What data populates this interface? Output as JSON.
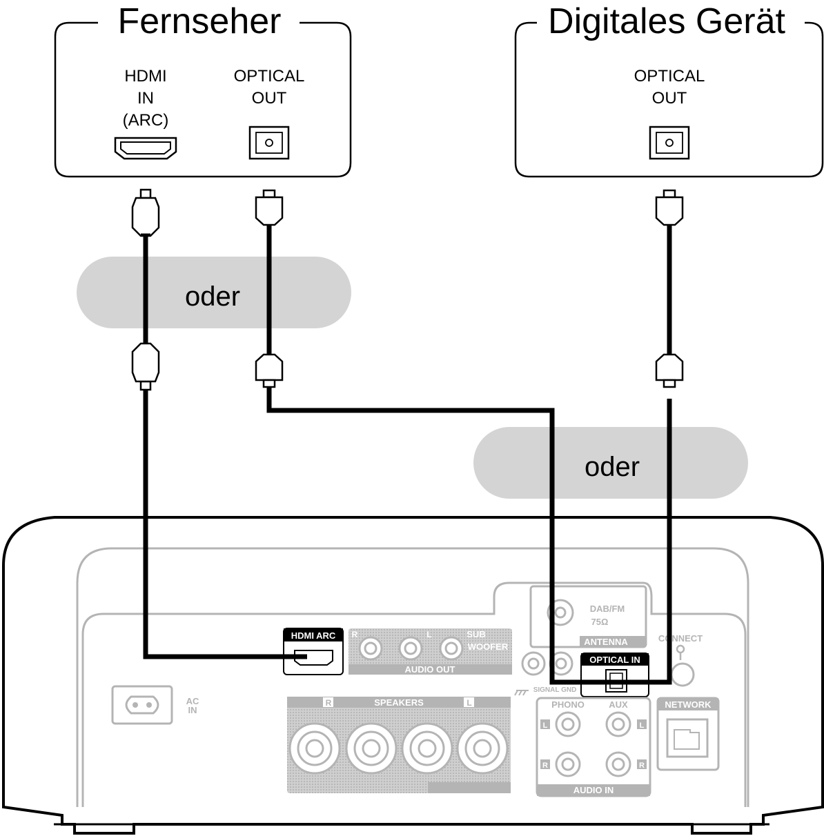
{
  "tv": {
    "title": "Fernseher",
    "hdmi_line1": "HDMI",
    "hdmi_line2": "IN",
    "hdmi_line3": "(ARC)",
    "optical_line1": "OPTICAL",
    "optical_line2": "OUT"
  },
  "digital_device": {
    "title": "Digitales Gerät",
    "optical_line1": "OPTICAL",
    "optical_line2": "OUT"
  },
  "alternatives": {
    "or_label_1": "oder",
    "or_label_2": "oder"
  },
  "receiver": {
    "hdmi_arc": "HDMI ARC",
    "sub_woofer_1": "SUB",
    "sub_woofer_2": "WOOFER",
    "audio_out": "AUDIO OUT",
    "audio_out_r": "R",
    "audio_out_l": "L",
    "dab_fm": "DAB/FM",
    "ohm": "75Ω",
    "antenna": "ANTENNA",
    "connect": "CONNECT",
    "optical_in": "OPTICAL IN",
    "signal_gnd": "SIGNAL GND",
    "ac_in_1": "AC",
    "ac_in_2": "IN",
    "speakers": "SPEAKERS",
    "spk_r": "R",
    "spk_l": "L",
    "phono": "PHONO",
    "aux": "AUX",
    "audio_in": "AUDIO IN",
    "network": "NETWORK",
    "in_l": "L",
    "in_r": "R"
  },
  "colors": {
    "cable": "#000000",
    "panel_gray": "#b4b4b4",
    "or_bubble": "#d4d4d4",
    "label_dark": "#1a1a1a"
  }
}
